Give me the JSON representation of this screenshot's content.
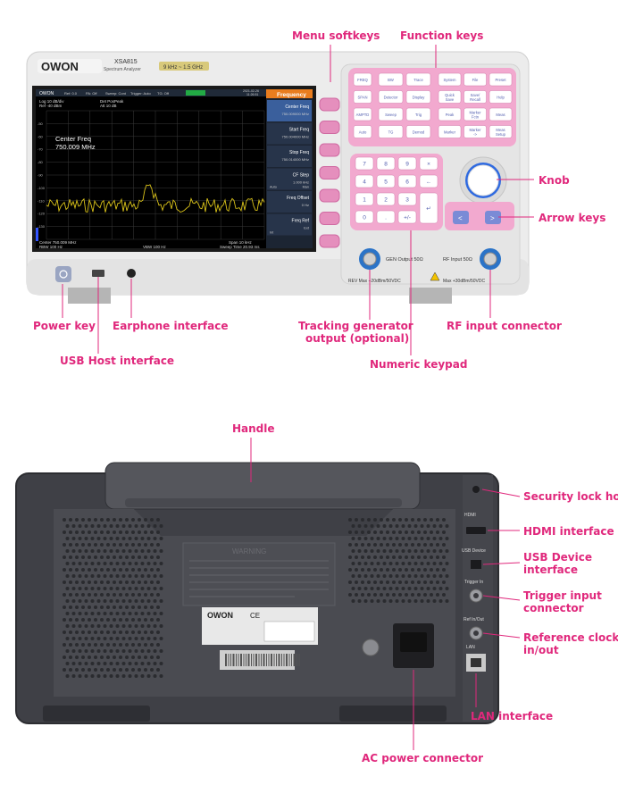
{
  "colors": {
    "callout": "#e0287c",
    "panel_pink": "#f2a9cf",
    "case": "#e9e9e9",
    "rear": "#3f4046",
    "trace": "#d9c21a"
  },
  "front": {
    "brand": "OWON",
    "model": "XSA815",
    "model_sub": "Spectrum Analyzer",
    "freq_range": "9 kHz ~ 1.5 GHz",
    "screen": {
      "status": [
        "Ref: 0.0",
        "PA: Off",
        "Sweep: Cont",
        "Trigger: Auto",
        "TG: Off"
      ],
      "datetime": [
        "2021-02-26",
        "11:26:51"
      ],
      "log": "Log 10 dB/div",
      "ref": "Ref -40 dBm",
      "det": "Det PosPeak",
      "att": "Att 10 dB",
      "marker_title": "Center Freq",
      "marker_value": "750.009 MHz",
      "y_ticks": [
        "-50",
        "-60",
        "-70",
        "-80",
        "-90",
        "-100",
        "-110",
        "-120",
        "-130"
      ],
      "bottom_left": [
        "Center 750.009 MHz",
        "RBW 100 Hz"
      ],
      "bottom_mid": "VBW 100 Hz",
      "bottom_right": [
        "Span 10 kHz",
        "Sweep Time 20.93 ms"
      ],
      "menu_title": "Frequency",
      "menu": [
        {
          "label": "Center Freq",
          "value": "750.009000 MHz"
        },
        {
          "label": "Start Freq",
          "value": "750.004000 MHz"
        },
        {
          "label": "Stop Freq",
          "value": "750.014000 MHz"
        },
        {
          "label": "CF Step",
          "value": "1.000 kHz",
          "extra_left": "Auto",
          "extra_right": "Man"
        },
        {
          "label": "Freq Offset",
          "value": "0 Hz"
        },
        {
          "label": "Freq Ref",
          "value": "Ext",
          "extra_left": "Int"
        }
      ]
    },
    "func_keys_left": [
      "FREQ",
      "SPAN",
      "AMPTD",
      "Auto"
    ],
    "func_keys_mid": [
      "BW",
      "Trace",
      "Detector",
      "Display",
      "Sweep",
      "Trig",
      "TG",
      "Demod"
    ],
    "func_keys_right": [
      "System",
      "File",
      "Preset",
      "Quick Save",
      "Save/ Recall",
      "Help",
      "Peak",
      "Marker Fctn",
      "Meas",
      "Marker",
      "Marker ->",
      "Meas Setup"
    ],
    "keypad": [
      "7",
      "8",
      "9",
      "×",
      "4",
      "5",
      "6",
      "←",
      "1",
      "2",
      "3",
      "",
      "0",
      ".",
      "+/-",
      "↵"
    ],
    "connectors": {
      "gen": "GEN Output 50Ω",
      "rf": "RF Input 50Ω",
      "warn_left": "REV Max +20dBm/50VDC",
      "warn_right": "Max +30dBm/50VDC"
    }
  },
  "rear": {
    "hdmi_label": "HDMI",
    "usb_label": "USB Device",
    "trig_label": "Trigger In",
    "ref_label": "Ref In/Out",
    "lan_label": "LAN",
    "brand": "OWON",
    "warning_title": "WARNING"
  },
  "callouts": {
    "menu_softkeys": "Menu softkeys",
    "function_keys": "Function keys",
    "knob": "Knob",
    "arrow_keys": "Arrow keys",
    "power_key": "Power key",
    "earphone": "Earphone interface",
    "usb_host": "USB Host interface",
    "tracking_gen": [
      "Tracking generator",
      "output (optional)"
    ],
    "rf_input": "RF input connector",
    "numeric_keypad": "Numeric keypad",
    "handle": "Handle",
    "security_lock": "Security lock hole",
    "hdmi": "HDMI interface",
    "usb_device": [
      "USB Device",
      "interface"
    ],
    "trigger_input": [
      "Trigger input",
      "connector"
    ],
    "ref_clock": [
      "Reference clock",
      "in/out"
    ],
    "lan": "LAN interface",
    "ac_power": "AC power connector"
  }
}
